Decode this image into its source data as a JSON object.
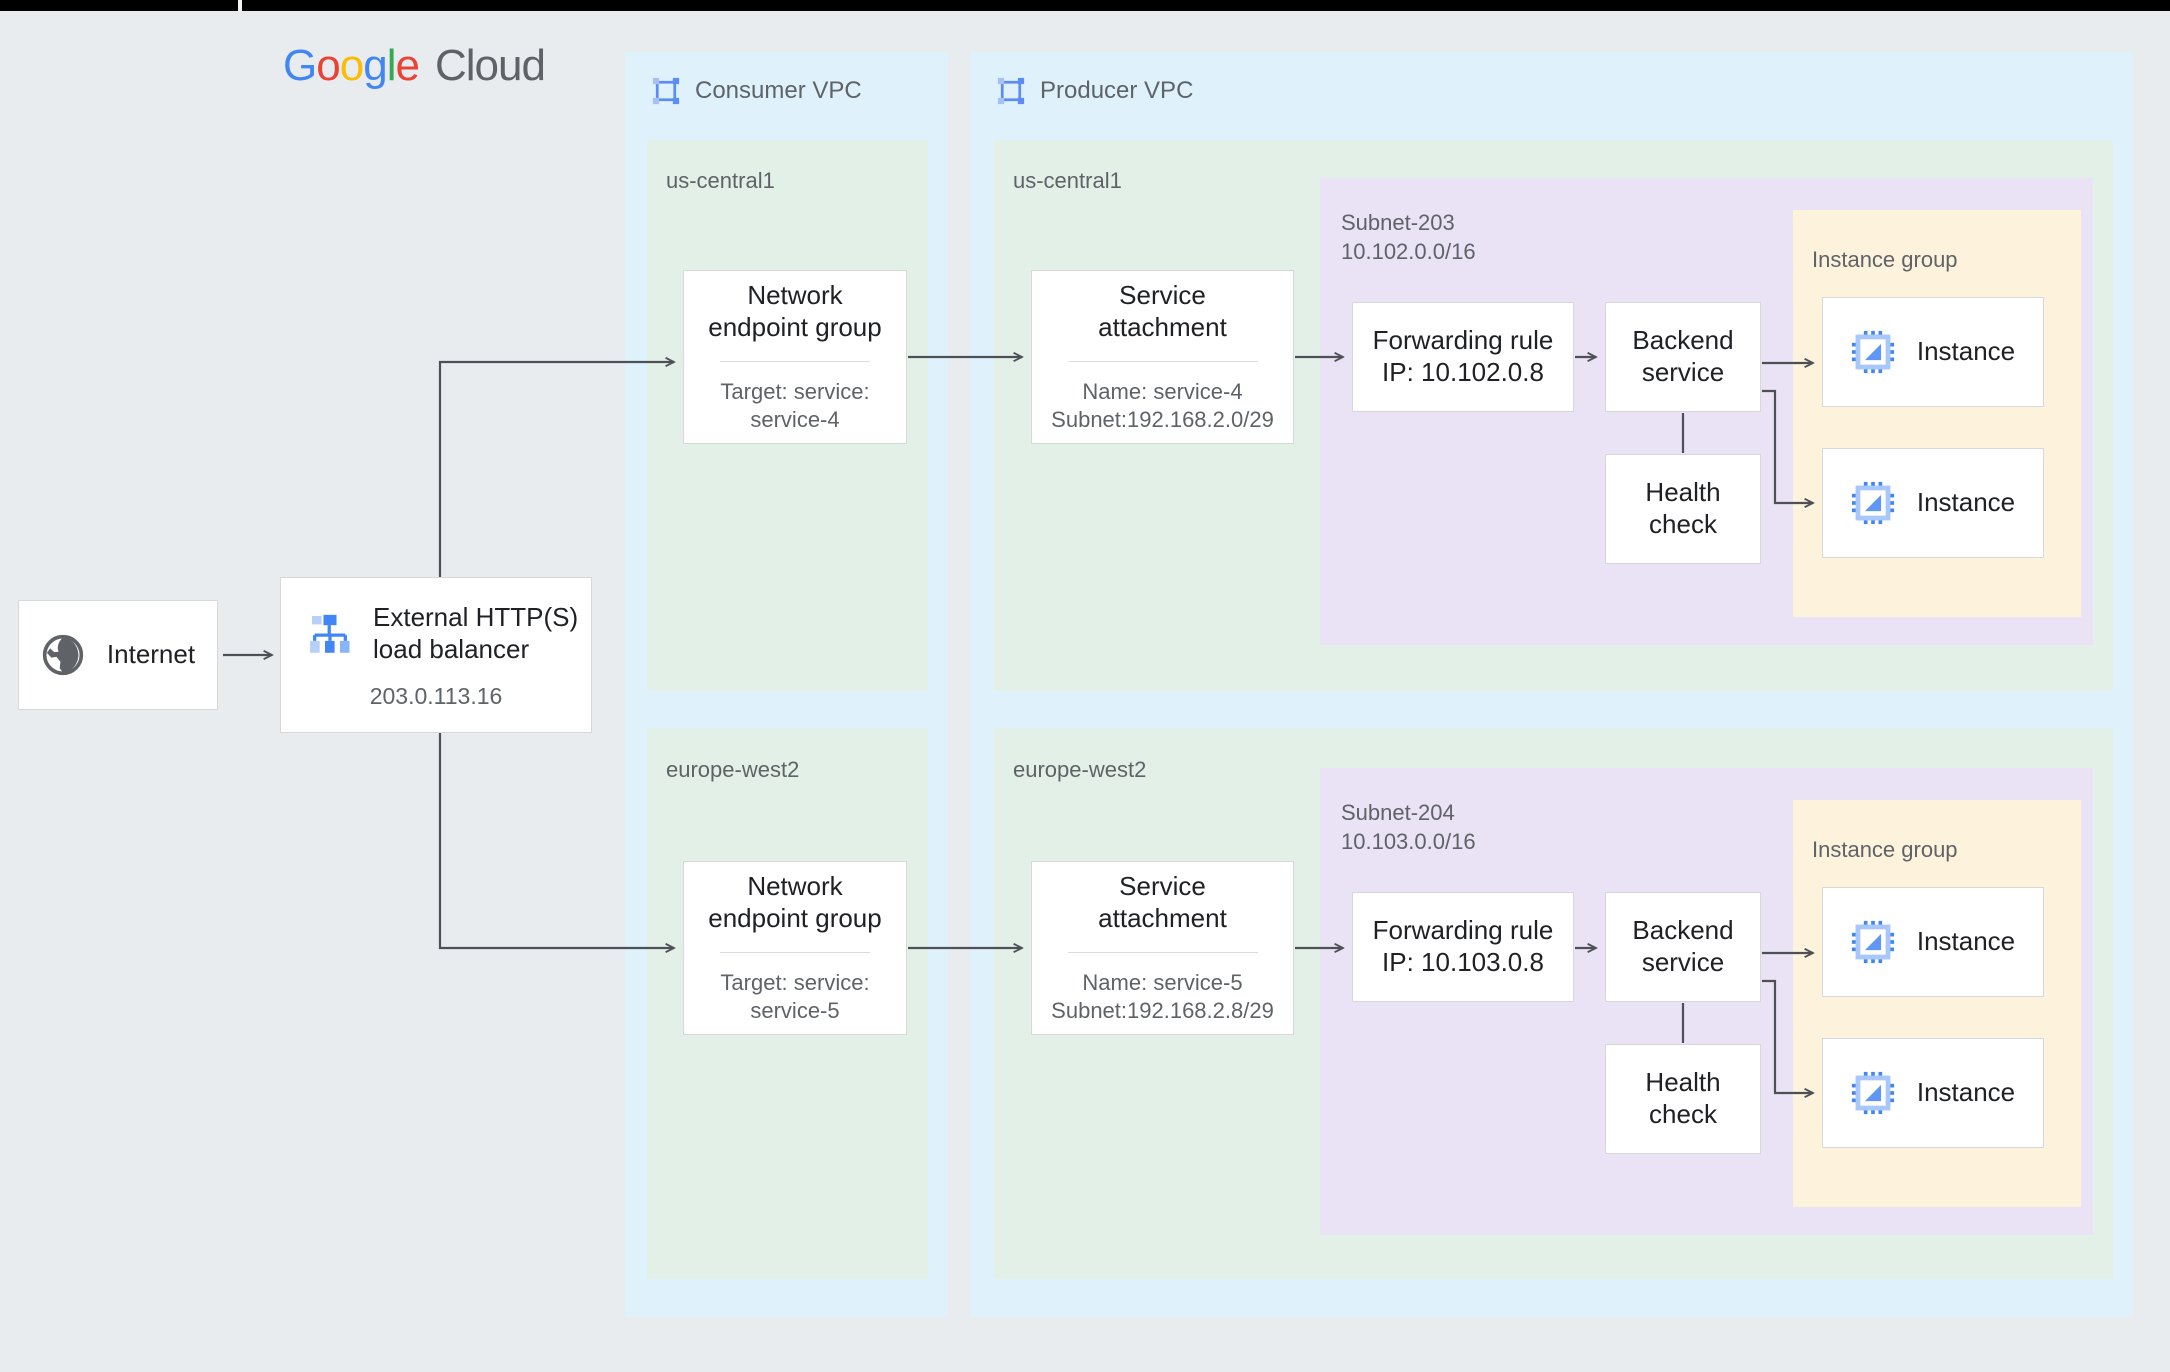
{
  "topbar": {
    "present": true
  },
  "brand": {
    "google": [
      {
        "ch": "G",
        "color": "#4285F4"
      },
      {
        "ch": "o",
        "color": "#EA4335"
      },
      {
        "ch": "o",
        "color": "#FBBC05"
      },
      {
        "ch": "g",
        "color": "#4285F4"
      },
      {
        "ch": "l",
        "color": "#34A853"
      },
      {
        "ch": "e",
        "color": "#EA4335"
      }
    ],
    "cloud": "Cloud",
    "cloud_color": "#5F6368"
  },
  "palette": {
    "page_bg": "#E9ECEF",
    "vpc_blue": "#DFF2FC",
    "region_green": "#E3F0E7",
    "subnet_purple": "#EAE2F5",
    "instance_group_yellow": "#FDF3DC",
    "card_white": "#FFFFFF",
    "card_border": "#D6D8DA",
    "text_primary": "#202124",
    "text_secondary": "#5F6368",
    "connector": "#4D5156",
    "icon_blue": "#4285F4",
    "icon_blue_light": "#A8C7FA",
    "globe_gray": "#5F6368"
  },
  "internet": {
    "label": "Internet",
    "icon": "globe-icon"
  },
  "load_balancer": {
    "icon": "load-balancer-icon",
    "title_line1": "External HTTP(S)",
    "title_line2": "load balancer",
    "ip": "203.0.113.16"
  },
  "consumer_vpc": {
    "label": "Consumer VPC",
    "icon": "vpc-icon",
    "regions": [
      {
        "name": "us-central1",
        "neg": {
          "title_line1": "Network",
          "title_line2": "endpoint group",
          "sub_line1": "Target: service:",
          "sub_line2": "service-4"
        }
      },
      {
        "name": "europe-west2",
        "neg": {
          "title_line1": "Network",
          "title_line2": "endpoint group",
          "sub_line1": "Target: service:",
          "sub_line2": "service-5"
        }
      }
    ]
  },
  "producer_vpc": {
    "label": "Producer VPC",
    "icon": "vpc-icon",
    "regions": [
      {
        "name": "us-central1",
        "service_attachment": {
          "title_line1": "Service",
          "title_line2": "attachment",
          "sub_line1": "Name: service-4",
          "sub_line2": "Subnet:192.168.2.0/29"
        },
        "subnet": {
          "name": "Subnet-203",
          "cidr": "10.102.0.0/16",
          "forwarding_rule": {
            "line1": "Forwarding rule",
            "line2": "IP: 10.102.0.8"
          },
          "backend_service": {
            "line1": "Backend",
            "line2": "service"
          },
          "health_check": {
            "line1": "Health",
            "line2": "check"
          },
          "instance_group": {
            "label": "Instance group",
            "instances": [
              {
                "label": "Instance",
                "icon": "instance-chip-icon"
              },
              {
                "label": "Instance",
                "icon": "instance-chip-icon"
              }
            ]
          }
        }
      },
      {
        "name": "europe-west2",
        "service_attachment": {
          "title_line1": "Service",
          "title_line2": "attachment",
          "sub_line1": "Name: service-5",
          "sub_line2": "Subnet:192.168.2.8/29"
        },
        "subnet": {
          "name": "Subnet-204",
          "cidr": "10.103.0.0/16",
          "forwarding_rule": {
            "line1": "Forwarding rule",
            "line2": "IP: 10.103.0.8"
          },
          "backend_service": {
            "line1": "Backend",
            "line2": "service"
          },
          "health_check": {
            "line1": "Health",
            "line2": "check"
          },
          "instance_group": {
            "label": "Instance group",
            "instances": [
              {
                "label": "Instance",
                "icon": "instance-chip-icon"
              },
              {
                "label": "Instance",
                "icon": "instance-chip-icon"
              }
            ]
          }
        }
      }
    ]
  }
}
